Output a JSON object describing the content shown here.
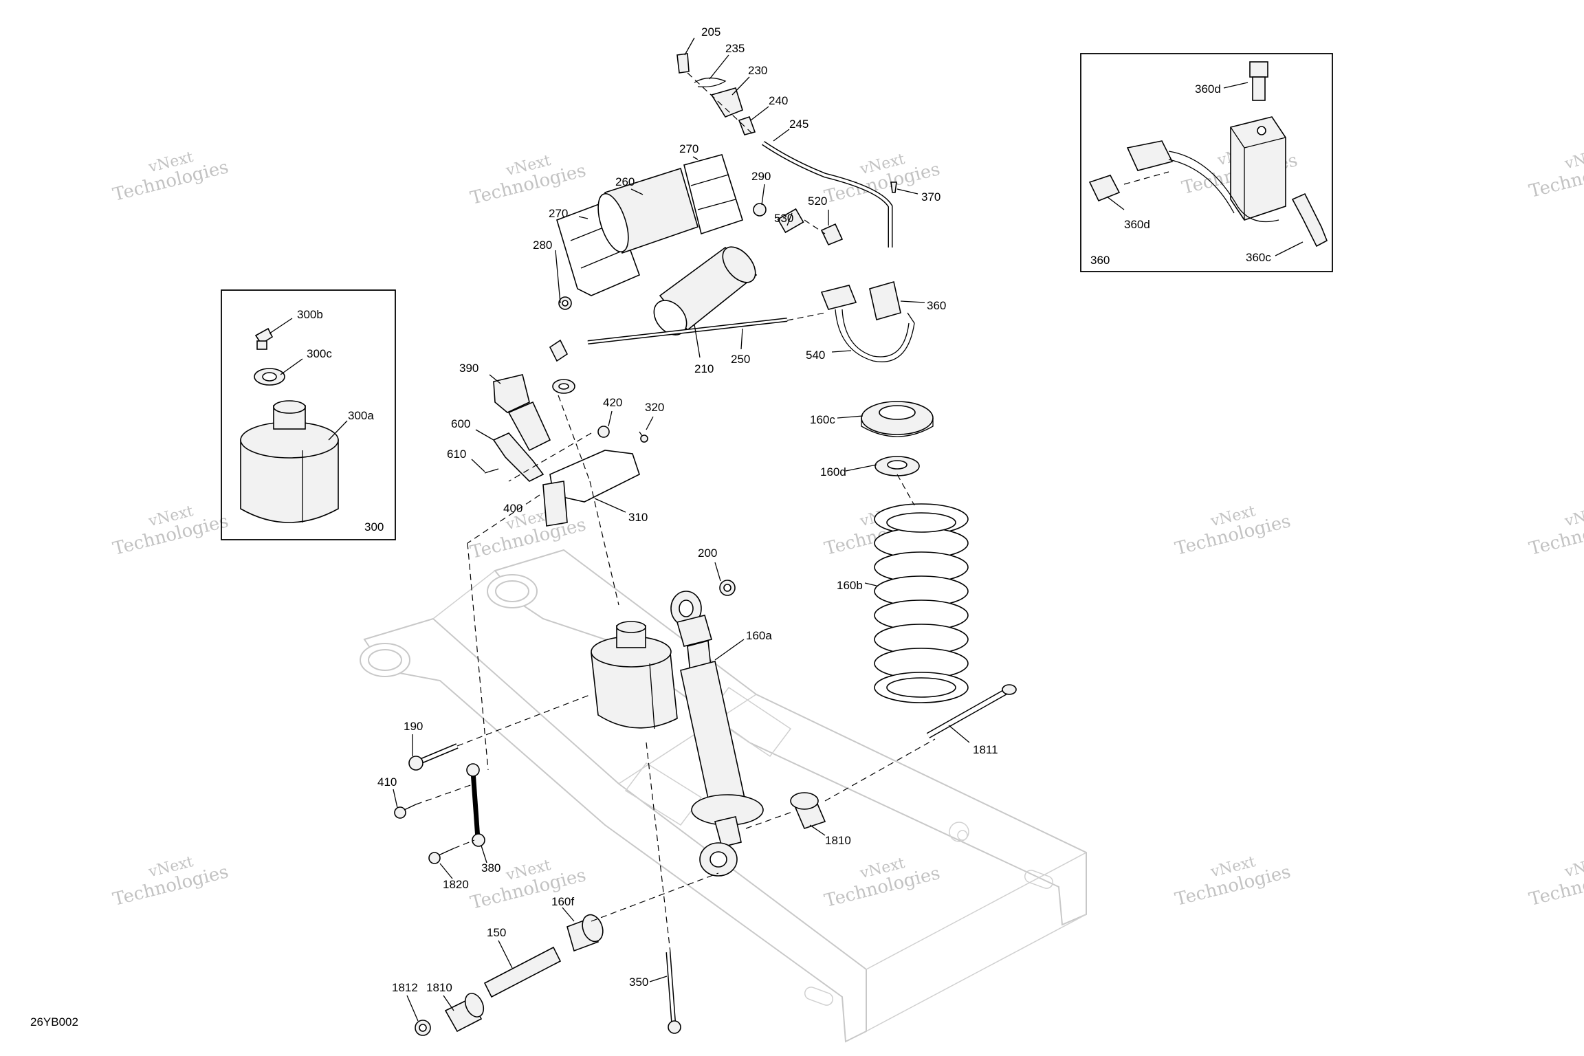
{
  "diagram": {
    "code": "26YB002",
    "watermark": {
      "line1": "vNext",
      "line2": "Technologies"
    },
    "callouts": {
      "p205": "205",
      "p235": "235",
      "p230": "230",
      "p240": "240",
      "p245": "245",
      "p270a": "270",
      "p260": "260",
      "p290": "290",
      "p370": "370",
      "p520": "520",
      "p270b": "270",
      "p530": "530",
      "p280": "280",
      "p360": "360",
      "p210": "210",
      "p250": "250",
      "p540": "540",
      "p390": "390",
      "p420": "420",
      "p320": "320",
      "p600": "600",
      "p610": "610",
      "p400": "400",
      "p310": "310",
      "p160c": "160c",
      "p160d": "160d",
      "p160b": "160b",
      "p200": "200",
      "p160a": "160a",
      "p1811": "1811",
      "p190": "190",
      "p410": "410",
      "p1810a": "1810",
      "p380": "380",
      "p1820": "1820",
      "p160f": "160f",
      "p150": "150",
      "p1810b": "1810",
      "p1812": "1812",
      "p350": "350"
    },
    "inset_300": {
      "box_label": "300",
      "c300b": "300b",
      "c300c": "300c",
      "c300a": "300a"
    },
    "inset_360": {
      "box_label": "360",
      "c360d_top": "360d",
      "c360d_left": "360d",
      "c360c": "360c"
    }
  }
}
